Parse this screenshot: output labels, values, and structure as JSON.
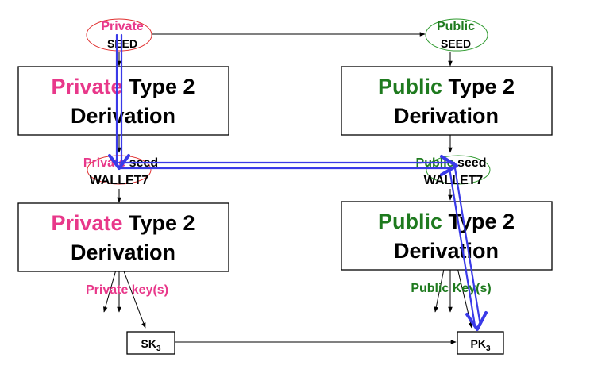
{
  "colors": {
    "private": "#e8388a",
    "public": "#1e7a1e",
    "black": "#000000",
    "flow": "#3a3ae8"
  },
  "private_seed": {
    "line1": "Private",
    "line2": "SEED"
  },
  "public_seed": {
    "line1": "Public",
    "line2": "SEED"
  },
  "private_box_1": {
    "word": "Private",
    "rest": " Type 2",
    "line2": "Derivation"
  },
  "public_box_1": {
    "word": "Public",
    "rest": " Type 2",
    "line2": "Derivation"
  },
  "private_wallet_seed": {
    "line1a": "Private",
    "line1b": " seed",
    "line2": "WALLET7"
  },
  "public_wallet_seed": {
    "line1a": "Public",
    "line1b": " seed",
    "line2": "WALLET7"
  },
  "private_box_2": {
    "word": "Private",
    "rest": " Type 2",
    "line2": "Derivation"
  },
  "public_box_2": {
    "word": "Public",
    "rest": " Type 2",
    "line2": "Derivation"
  },
  "private_keys_label": "Private key(s)",
  "public_keys_label": "Public Key(s)",
  "sk": {
    "base": "SK",
    "sub": "3"
  },
  "pk": {
    "base": "PK",
    "sub": "3"
  }
}
